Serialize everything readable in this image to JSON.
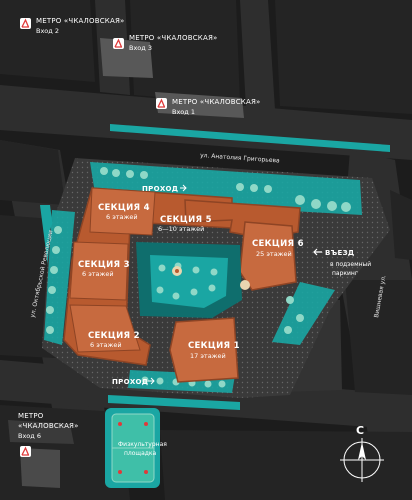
{
  "colors": {
    "background": "#1c1c1c",
    "road": "#2f2f2f",
    "block": "#262626",
    "terracotta": "#b85a2f",
    "terracotta_light": "#c76a3f",
    "terracotta_dark": "#8e4424",
    "teal": "#1aa6a3",
    "teal_dark": "#0f6e6d",
    "green_pale": "#8fd8c7",
    "metro_red": "#e03a3a",
    "white": "#ffffff"
  },
  "metro": [
    {
      "title": "МЕТРО «ЧКАЛОВСКАЯ»",
      "sub": "Вход 2",
      "icon": "metro-icon"
    },
    {
      "title": "МЕТРО «ЧКАЛОВСКАЯ»",
      "sub": "Вход 3",
      "icon": "metro-icon"
    },
    {
      "title": "МЕТРО «ЧКАЛОВСКАЯ»",
      "sub": "Вход 1",
      "icon": "metro-icon"
    },
    {
      "title_line1": "МЕТРО",
      "title_line2": "«ЧКАЛОВСКАЯ»",
      "sub": "Вход 6",
      "icon": "metro-icon"
    }
  ],
  "streets": {
    "top": "ул. Анатолия Григорьева",
    "left": "ул. Октябрьской Революции",
    "right": "Вишневая ул."
  },
  "passages": {
    "top": "ПРОХОД",
    "bottom": "ПРОХОД"
  },
  "entrance": {
    "title": "ВЪЕЗД",
    "line1": "в подземный",
    "line2": "паркинг"
  },
  "sections": [
    {
      "title": "СЕКЦИЯ 4",
      "floors": "6 этажей"
    },
    {
      "title": "СЕКЦИЯ 5",
      "floors": "6—10 этажей"
    },
    {
      "title": "СЕКЦИЯ 6",
      "floors": "25 этажей"
    },
    {
      "title": "СЕКЦИЯ 3",
      "floors": "6 этажей"
    },
    {
      "title": "СЕКЦИЯ 2",
      "floors": "6 этажей"
    },
    {
      "title": "СЕКЦИЯ 1",
      "floors": "17 этажей"
    }
  ],
  "sports": {
    "line1": "Физкультурная",
    "line2": "площадка"
  },
  "compass": {
    "letter": "С"
  }
}
